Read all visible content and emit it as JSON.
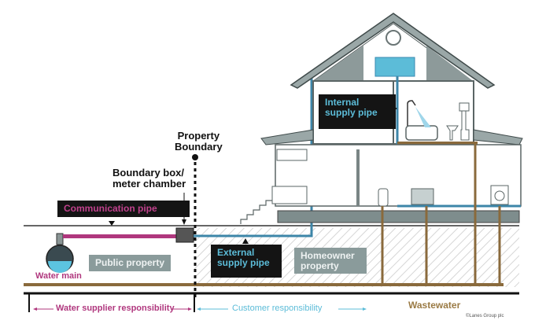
{
  "labels": {
    "property_boundary": "Property\nBoundary",
    "boundary_box": "Boundary box/\nmeter chamber",
    "communication_pipe": "Communication pipe",
    "internal_supply_pipe": "Internal\nsupply pipe",
    "external_supply_pipe": "External\nsupply pipe",
    "public_property": "Public property",
    "homeowner_property": "Homeowner\nproperty",
    "water_main": "Water main",
    "water_supplier_responsibility": "Water supplier responsibility",
    "customer_responsibility": "Customer responsibility",
    "wastewater": "Wastewater",
    "copyright": "©Lanes Group plc"
  },
  "colors": {
    "communication_pipe": "#b0377e",
    "supply_pipe": "#3d86a8",
    "customer_text": "#5cbcd8",
    "wastewater": "#8a6a3c",
    "house_wall": "#5a6565",
    "ground_fill": "#7e8d8d"
  }
}
